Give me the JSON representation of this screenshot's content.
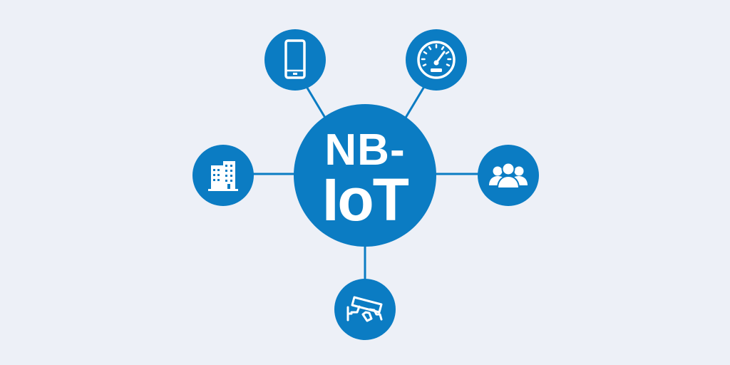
{
  "colors": {
    "background": "#edf0f7",
    "node": "#0b7cc3",
    "link": "#0b7cc3",
    "icon": "#ffffff"
  },
  "hub": {
    "line1": "NB-",
    "line2": "IoT"
  },
  "nodes": [
    {
      "id": "phone",
      "icon": "smartphone-icon"
    },
    {
      "id": "gauge",
      "icon": "speedometer-icon"
    },
    {
      "id": "building",
      "icon": "building-icon"
    },
    {
      "id": "users",
      "icon": "users-group-icon"
    },
    {
      "id": "camera",
      "icon": "security-camera-icon"
    }
  ]
}
